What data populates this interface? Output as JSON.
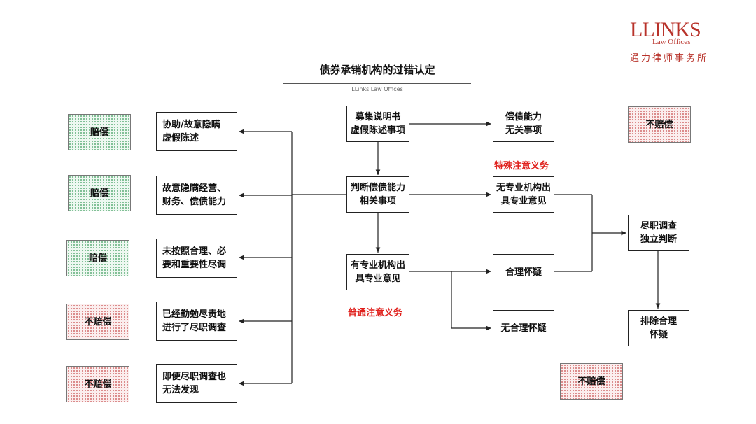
{
  "logo": {
    "main": "LLINKS",
    "sub": "Law Offices",
    "cn": "通力律师事务所"
  },
  "header": {
    "title": "债券承销机构的过错认定",
    "subtitle": "LLinks Law Offices"
  },
  "left": {
    "outcomes": [
      "赔偿",
      "赔偿",
      "赔偿",
      "不赔偿",
      "不赔偿"
    ],
    "conditions": [
      [
        "协助/故意隐瞒",
        "虚假陈述"
      ],
      [
        "故意隐瞒经营、",
        "财务、偿债能力"
      ],
      [
        "未按照合理、必",
        "要和重要性尽调"
      ],
      [
        "已经勤勉尽责地",
        "进行了尽职调查"
      ],
      [
        "即便尽职调查也",
        "无法发现"
      ]
    ]
  },
  "center": {
    "prospectus": [
      "募集说明书",
      "虚假陈述事项"
    ],
    "judge": [
      "判断偿债能力",
      "相关事项"
    ],
    "expert": [
      "有专业机构出",
      "具专业意见"
    ],
    "general_duty": "普通注意义务"
  },
  "right": {
    "irrelevant": [
      "偿债能力",
      "无关事项"
    ],
    "special_duty": "特殊注意义务",
    "no_expert": [
      "无专业机构出",
      "具专业意见"
    ],
    "reasonable_doubt": "合理怀疑",
    "no_reasonable_doubt": "无合理怀疑",
    "no_comp_top": "不赔偿",
    "no_comp_bottom": "不赔偿"
  },
  "far_right": {
    "due_diligence": [
      "尽职调查",
      "独立判断"
    ],
    "exclude_doubt": [
      "排除合理",
      "怀疑"
    ]
  }
}
